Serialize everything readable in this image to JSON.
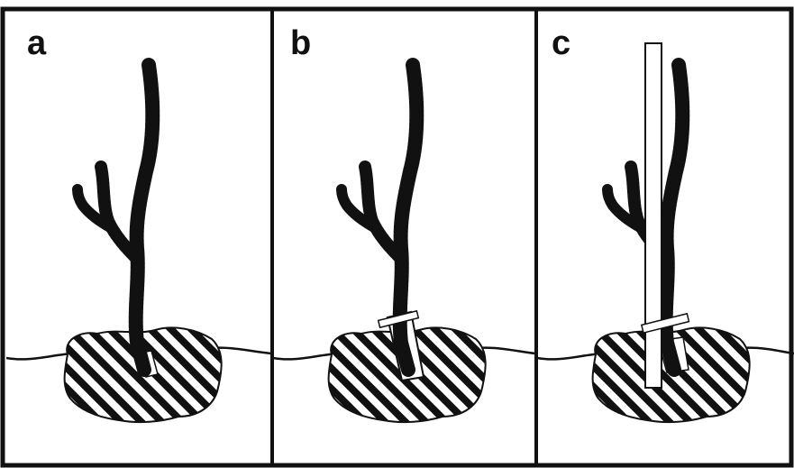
{
  "panels": [
    {
      "label": "a"
    },
    {
      "label": "b"
    },
    {
      "label": "c"
    }
  ],
  "colors": {
    "ink": "#111111",
    "background": "#ffffff"
  }
}
